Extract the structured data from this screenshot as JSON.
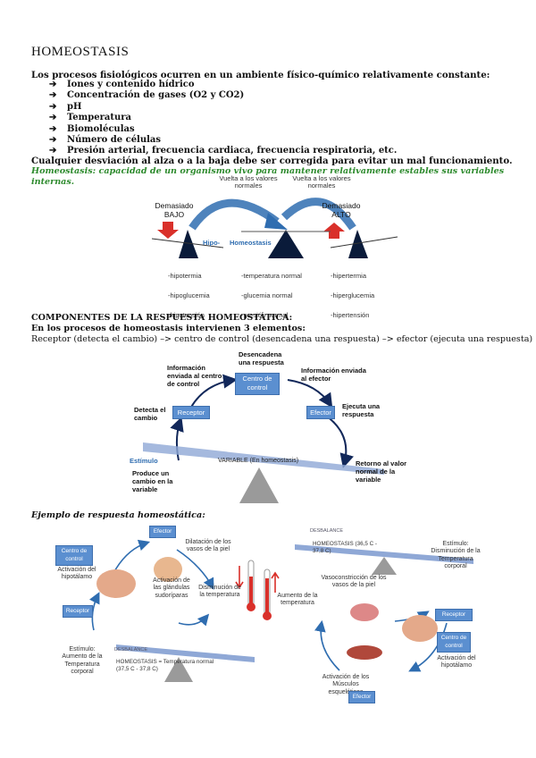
{
  "title": "HOMEOSTASIS",
  "intro": "Los procesos fisiológicos ocurren en un ambiente físico-químico relativamente constante:",
  "list": [
    "Iones y contenido hídrico",
    "Concentración de gases (O2 y CO2)",
    "pH",
    "Temperatura",
    "Biomoléculas",
    "Número de células",
    "Presión arterial, frecuencia cardiaca, frecuencia respiratoria, etc."
  ],
  "deviation": "Cualquier desviación al alza o a la baja debe ser corregida para evitar un mal funcionamiento.",
  "definition": "Homeostasis: capacidad de un organismo vivo para mantener relativamente estables sus variables internas.",
  "balance": {
    "return_left": "Vuelta a los valores normales",
    "return_right": "Vuelta a los valores normales",
    "too_low": "Demasiado BAJO",
    "too_high": "Demasiado ALTO",
    "hipo": "Hipo-",
    "homeostasis": "Homeostasis",
    "left_col": [
      "-hipotermia",
      "-hipoglucemia",
      "-hipotensión"
    ],
    "center_col": [
      "-temperatura normal",
      "-glucemia normal",
      "-presión normal"
    ],
    "right_col": [
      "-hipertermia",
      "-hiperglucemia",
      "-hipertensión"
    ]
  },
  "components_heading": "COMPONENTES DE LA RESPUESTA HOMEOSTÁTICA:",
  "components_line1": "En los procesos de homeostasis intervienen 3 elementos:",
  "components_line2": "Receptor (detecta el cambio) –> centro de control (desencadena una respuesta) –> efector (ejecuta una respuesta)",
  "cycle": {
    "trigger": "Desencadena una respuesta",
    "info_left": "Información enviada al centro de control",
    "info_right": "Información enviada al efector",
    "control_center": "Centro de control",
    "receptor": "Receptor",
    "effector": "Efector",
    "detects": "Detecta el cambio",
    "executes": "Ejecuta una respuesta",
    "stimulus": "Estímulo",
    "produces": "Produce un cambio en la variable",
    "variable": "VARIABLE (En homeostasis)",
    "return": "Retorno al valor normal de la variable"
  },
  "example_heading": "Ejemplo de respuesta homeostática:",
  "example": {
    "left": {
      "effector": "Efector",
      "dilation": "Dilatación de los vasos de la piel",
      "control_center": "Centro de control",
      "hypothalamus": "Activación del hipotálamo",
      "glands": "Activación de las glándulas sudoríparas",
      "decrease": "Disminución de la temperatura",
      "receptor": "Receptor",
      "stimulus": "Estímulo: Aumento de la Temperatura corporal",
      "homeostasis": "HOMEOSTASIS = Temperatura normal (37,5 C - 37,8 C)",
      "imbalance": "DESBALANCE"
    },
    "center": {
      "increase": "Aumento de la temperatura"
    },
    "right": {
      "homeostasis": "HOMEOSTASIS (36,5 C - 37,8 C)",
      "stimulus": "Estímulo: Disminución de la Temperatura corporal",
      "vasoconstriction": "Vasoconstricción de los vasos de la piel",
      "receptor": "Receptor",
      "control_center": "Centro de control",
      "hypothalamus_act": "Activación del hipotálamo",
      "muscles": "Activación de los Músculos esqueléticos",
      "effector": "Efector",
      "imbalance": "DESBALANCE"
    }
  },
  "colors": {
    "arrow_blue": "#2f6db0",
    "box_blue": "#5b8fd0",
    "red": "#d9302a",
    "green": "#2e8b2e"
  }
}
